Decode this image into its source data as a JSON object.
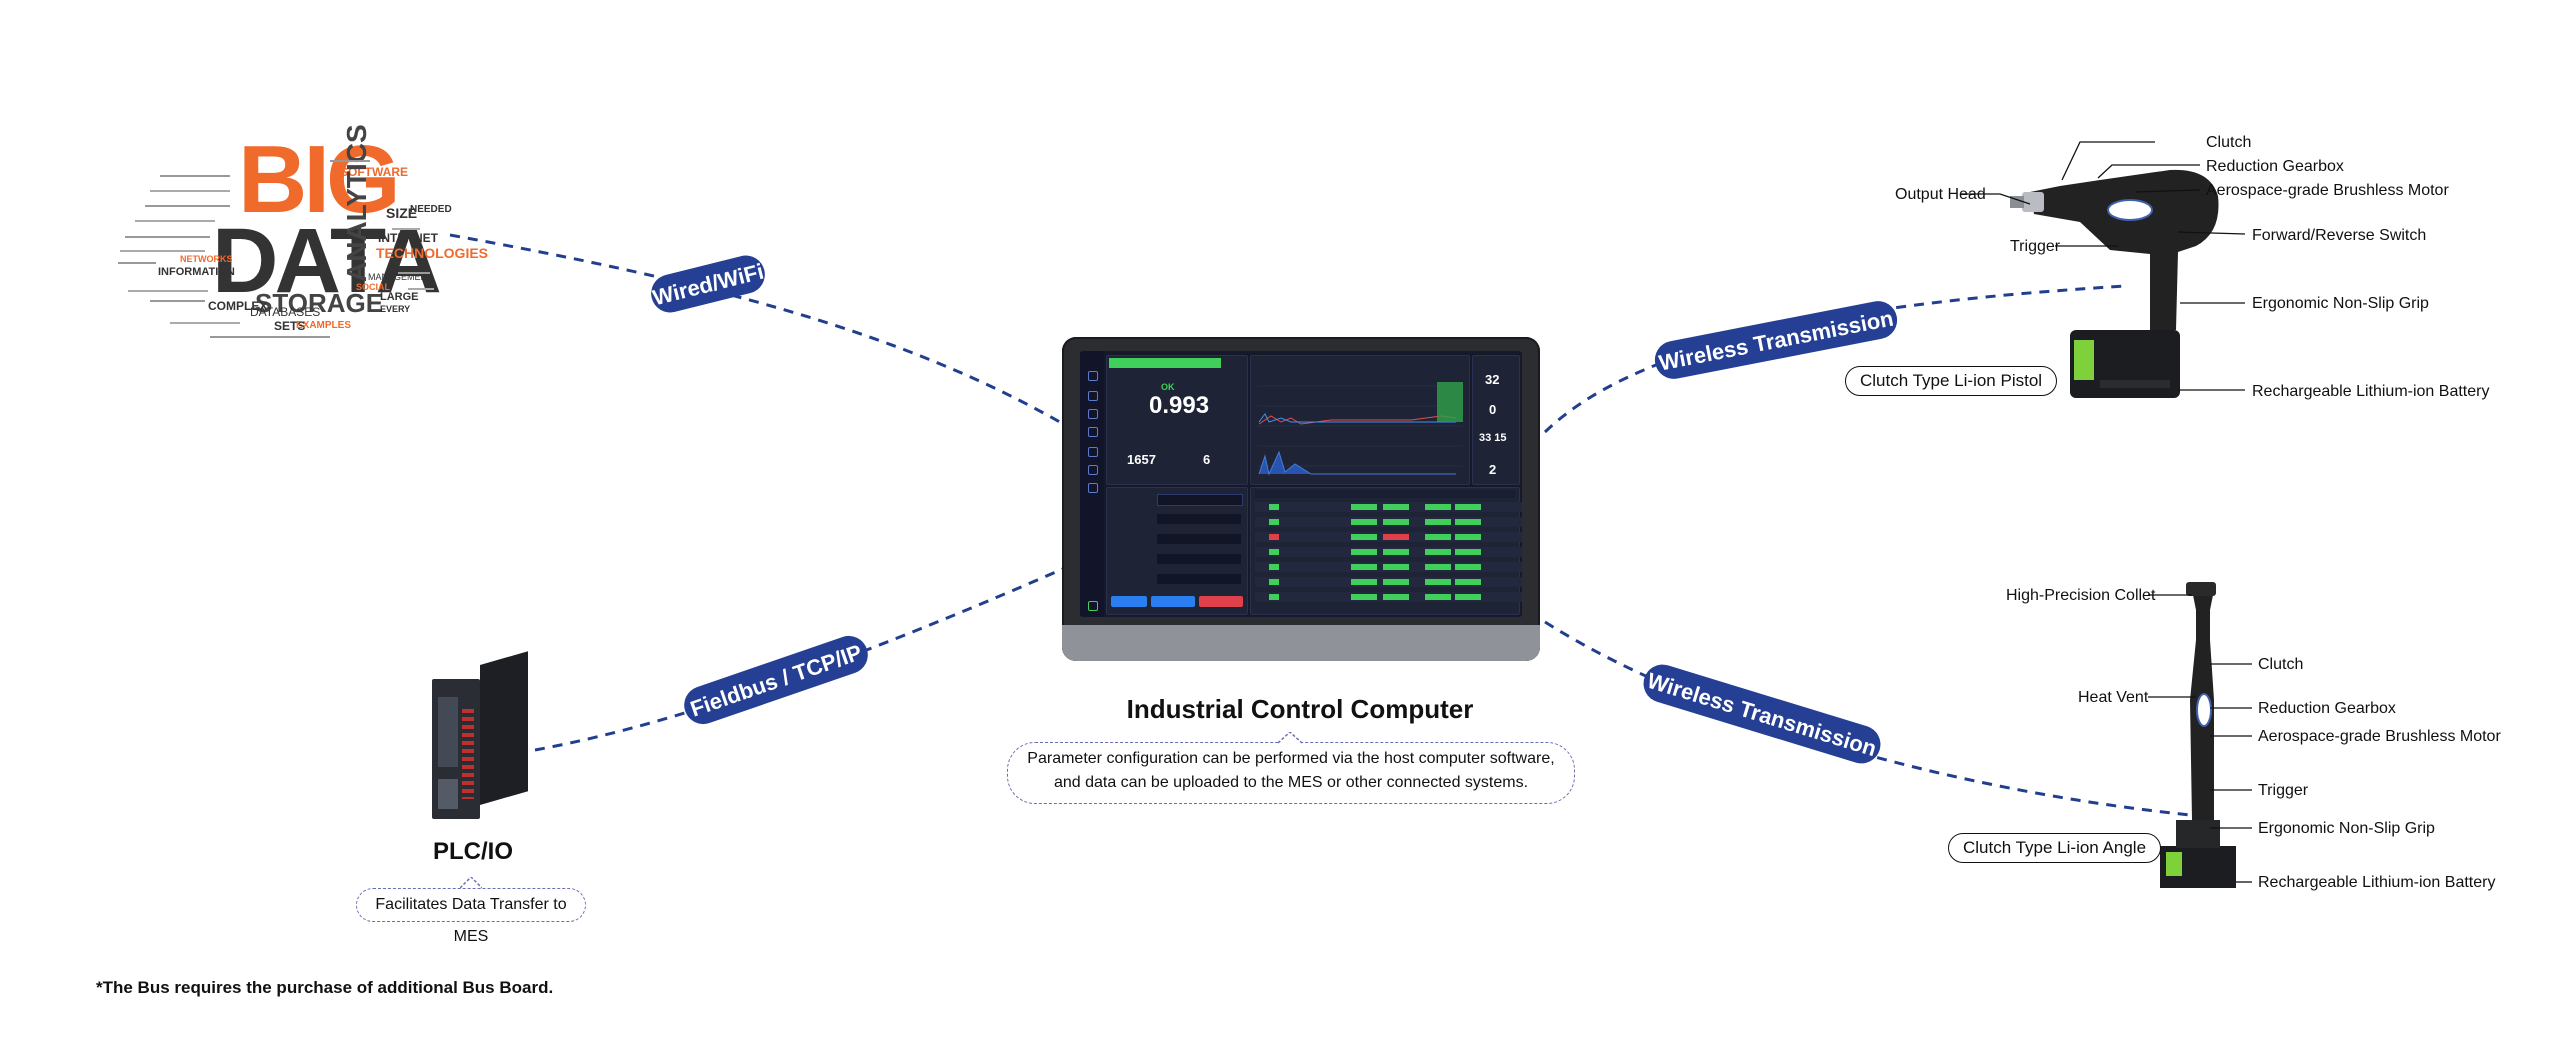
{
  "bigdata": {
    "big": "BIG",
    "data": "DATA",
    "words": [
      "SOFTWARE",
      "ANALYTICS",
      "SIZE",
      "NEEDED",
      "INTERNET",
      "TECHNOLOGIES",
      "STORAGE",
      "DATABASES",
      "COMPLEX",
      "INFORMATION",
      "NETWORKS",
      "MANAGEMENT",
      "SOCIAL",
      "LARGE",
      "SETS",
      "EXAMPLES",
      "EVERY"
    ]
  },
  "connections": {
    "wired_wifi": "Wired/WiFi",
    "fieldbus": "Fieldbus / TCP/IP",
    "wireless_top": "Wireless Transmission",
    "wireless_bottom": "Wireless Transmission"
  },
  "computer": {
    "title": "Industrial Control Computer",
    "description_line1": "Parameter configuration can be performed via the host computer software,",
    "description_line2": "and data can be uploaded to the MES or other connected systems.",
    "screen": {
      "ok_label": "OK",
      "torque_value": "0.993",
      "angle_value": "1657",
      "count_value": "6",
      "temperature": "32",
      "speed": "0",
      "tightening_time": "33 15",
      "remaining": "2"
    }
  },
  "plc": {
    "title": "PLC/IO",
    "note": "Facilitates Data Transfer to MES"
  },
  "pistol": {
    "name": "Clutch Type Li-ion Pistol",
    "parts": {
      "clutch": "Clutch",
      "reduction_gearbox": "Reduction Gearbox",
      "brushless_motor": "Aerospace-grade Brushless Motor",
      "output_head": "Output Head",
      "forward_reverse": "Forward/Reverse Switch",
      "trigger": "Trigger",
      "grip": "Ergonomic Non-Slip Grip",
      "battery": "Rechargeable Lithium-ion Battery"
    }
  },
  "angle": {
    "name": "Clutch Type Li-ion Angle",
    "parts": {
      "collet": "High-Precision Collet",
      "clutch": "Clutch",
      "heat_vent": "Heat Vent",
      "reduction_gearbox": "Reduction Gearbox",
      "brushless_motor": "Aerospace-grade Brushless Motor",
      "trigger": "Trigger",
      "grip": "Ergonomic Non-Slip Grip",
      "battery": "Rechargeable Lithium-ion Battery"
    }
  },
  "footnote": "*The Bus requires the purchase of additional Bus Board.",
  "colors": {
    "pill": "#243f94",
    "dash": "#223f8f",
    "bigdata_orange": "#f06a2c",
    "bigdata_gray": "#3c3c3c",
    "ok_green": "#3fcf5a"
  }
}
